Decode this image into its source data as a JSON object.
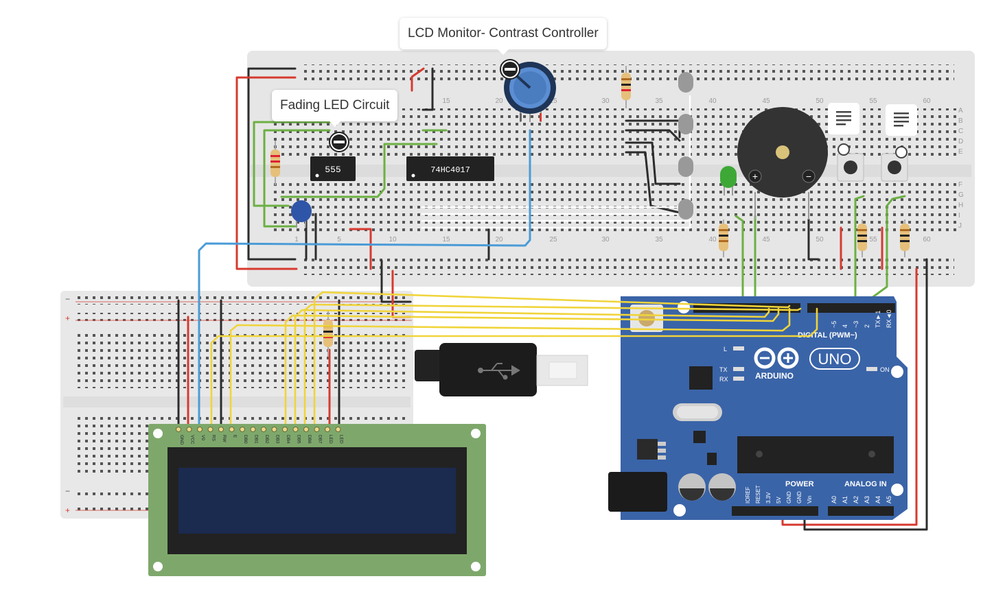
{
  "callouts": {
    "lcd_contrast": "LCD Monitor- Contrast Controller",
    "fading_led": "Fading LED Circuit"
  },
  "chips": {
    "timer": "555",
    "counter": "74HC4017"
  },
  "breadboard": {
    "col_numbers": [
      "1",
      "5",
      "10",
      "15",
      "20",
      "25",
      "30",
      "35",
      "40",
      "45",
      "50",
      "55",
      "60"
    ],
    "row_letters_top": [
      "A",
      "B",
      "C",
      "D",
      "E"
    ],
    "row_letters_bottom": [
      "F",
      "G",
      "H",
      "I",
      "J"
    ]
  },
  "arduino": {
    "brand": "ARDUINO",
    "model": "UNO",
    "digital_header": "DIGITAL (PWM~)",
    "power_header": "POWER",
    "analog_header": "ANALOG IN",
    "led_labels": {
      "l": "L",
      "tx": "TX",
      "rx": "RX",
      "on": "ON"
    },
    "power_pins": [
      "IOREF",
      "RESET",
      "3.3V",
      "5V",
      "GND",
      "GND",
      "Vin"
    ],
    "analog_pins": [
      "A0",
      "A1",
      "A2",
      "A3",
      "A4",
      "A5"
    ],
    "digital_pins_right": [
      "~5",
      "4",
      "~3",
      "2",
      "TX►1",
      "RX◄0"
    ]
  },
  "lcd": {
    "pin_labels": [
      "GND",
      "VCC",
      "V0",
      "RS",
      "RW",
      "E",
      "DB0",
      "DB1",
      "DB2",
      "DB3",
      "DB4",
      "DB5",
      "DB6",
      "DB7",
      "LED",
      "LED"
    ]
  },
  "buzzer": {
    "plus": "+",
    "minus": "−"
  },
  "colors": {
    "board": "#e7e7e7",
    "wire_red": "#d63a2f",
    "wire_black": "#2c2c2c",
    "wire_green": "#6cb043",
    "wire_blue": "#4a9bd6",
    "wire_yellow": "#f0d43a",
    "arduino": "#3a64a8",
    "lcd_pcb": "#7ea86b",
    "lcd_screen": "#1b2a4f"
  }
}
